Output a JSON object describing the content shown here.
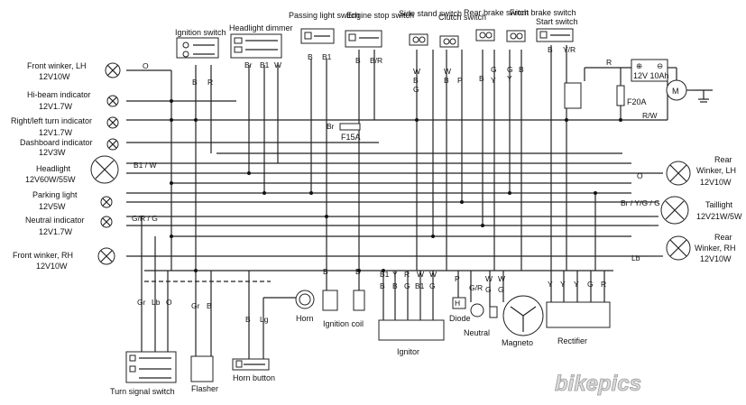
{
  "components": {
    "ignition_switch": "Ignition switch",
    "headlight_dimmer": "Headlight dimmer",
    "passing_light_switch": "Passing light switch",
    "engine_stop_switch": "Engine stop switch",
    "side_stand_switch": "Side stand switch",
    "clutch_switch": "Clutch switch",
    "rear_brake_switch": "Rear brake switch",
    "front_brake_switch": "Front brake switch",
    "start_switch": "Start switch",
    "battery": "12V 10Ah",
    "fuse_main": "F20A",
    "fuse_secondary": "F15A",
    "horn": "Horn",
    "ignition_coil": "Ignition coil",
    "ignitor": "Ignitor",
    "diode": "Diode",
    "neutral": "Neutral",
    "magneto": "Magneto",
    "rectifier": "Rectifier",
    "turn_signal_switch": "Turn signal switch",
    "flasher": "Flasher",
    "horn_button": "Horn button"
  },
  "left_items": [
    {
      "name": "Front winker, LH",
      "spec": "12V10W",
      "wire": "O"
    },
    {
      "name": "Hi-beam indicator",
      "spec": "12V1.7W",
      "wire": ""
    },
    {
      "name": "Right/left turn indicator",
      "spec": "12V1.7W",
      "wire": ""
    },
    {
      "name": "Dashboard indicator",
      "spec": "12V3W",
      "wire": ""
    },
    {
      "name": "Headlight",
      "spec": "12V60W/55W",
      "wire": "B1 / W"
    },
    {
      "name": "Parking light",
      "spec": "12V5W",
      "wire": ""
    },
    {
      "name": "Neutral indicator",
      "spec": "12V1.7W",
      "wire": "G/R / G"
    },
    {
      "name": "Front winker, RH",
      "spec": "12V10W",
      "wire": ""
    }
  ],
  "right_items": [
    {
      "name": "Rear",
      "name2": "Winker, LH",
      "spec": "12V10W",
      "wire": "O"
    },
    {
      "name": "Taillight",
      "name2": "",
      "spec": "12V21W/5W",
      "wire": "Br / Y/G / G"
    },
    {
      "name": "Rear",
      "name2": "Winker, RH",
      "spec": "12V10W",
      "wire": "Lb"
    }
  ],
  "wire_codes": {
    "ign": [
      "B",
      "R"
    ],
    "dim": [
      "Br",
      "B1",
      "W"
    ],
    "pass": [
      "B",
      "B1"
    ],
    "stop": [
      "B",
      "B/R"
    ],
    "side": [
      "W",
      "B",
      "G"
    ],
    "clutch": [
      "W",
      "B",
      "P"
    ],
    "rbrake": [
      "B",
      "G",
      "Y"
    ],
    "fbrake": [
      "G",
      "Y",
      "B"
    ],
    "start": [
      "B",
      "Y/R"
    ],
    "fuse_line": "Br",
    "bat_r": "R",
    "bat_rw": "R/W",
    "tsw": [
      "Gr",
      "Lb",
      "O"
    ],
    "flasher": [
      "Gr",
      "B"
    ],
    "hornbtn": [
      "B",
      "Lg"
    ],
    "coil": [
      "B",
      "B"
    ],
    "ignitor_top": [
      "B1",
      "Y",
      "R",
      "W",
      "W"
    ],
    "ignitor_bot": [
      "B",
      "B",
      "G",
      "B1",
      "G"
    ],
    "diode_neutral": [
      "P",
      "G/R"
    ],
    "magneto": [
      "W",
      "W",
      "G",
      "G"
    ],
    "rectifier": [
      "Y",
      "Y",
      "Y",
      "G",
      "R"
    ]
  },
  "watermark": "bikepics"
}
